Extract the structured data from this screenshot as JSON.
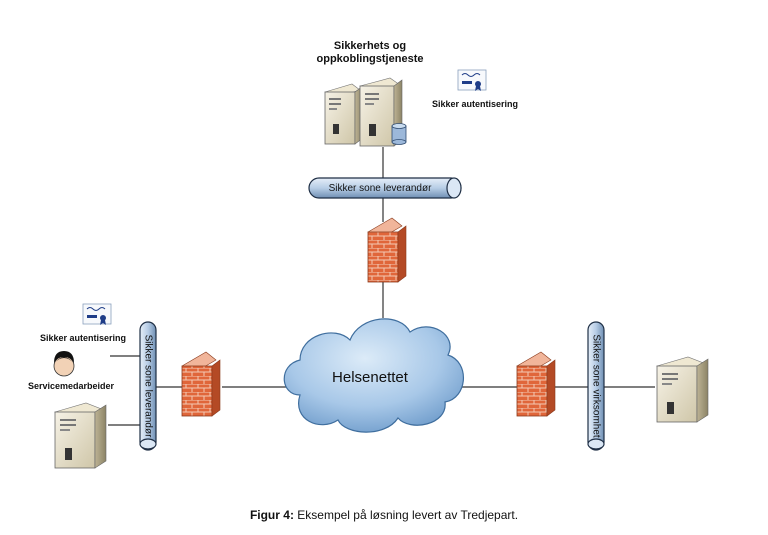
{
  "diagram": {
    "top_server_label_line1": "Sikkerhets og",
    "top_server_label_line2": "oppkoblingstjeneste",
    "top_auth_label": "Sikker autentisering",
    "top_zone_label": "Sikker sone leverandør",
    "cloud_label": "Helsenettet",
    "left_auth_label": "Sikker autentisering",
    "left_person_label": "Servicemedarbeider",
    "left_zone_label": "Sikker sone leverandør",
    "right_zone_label": "Sikker sone virksomhet"
  },
  "caption": {
    "prefix": "Figur 4:",
    "text": " Eksempel på løsning levert av Tredjepart."
  },
  "colors": {
    "pipe_fill": "#b9cfe8",
    "pipe_stroke": "#1f2f45",
    "brick": "#d9542c",
    "cloud": "#9ec3e6",
    "server": "#e8e0c8"
  }
}
